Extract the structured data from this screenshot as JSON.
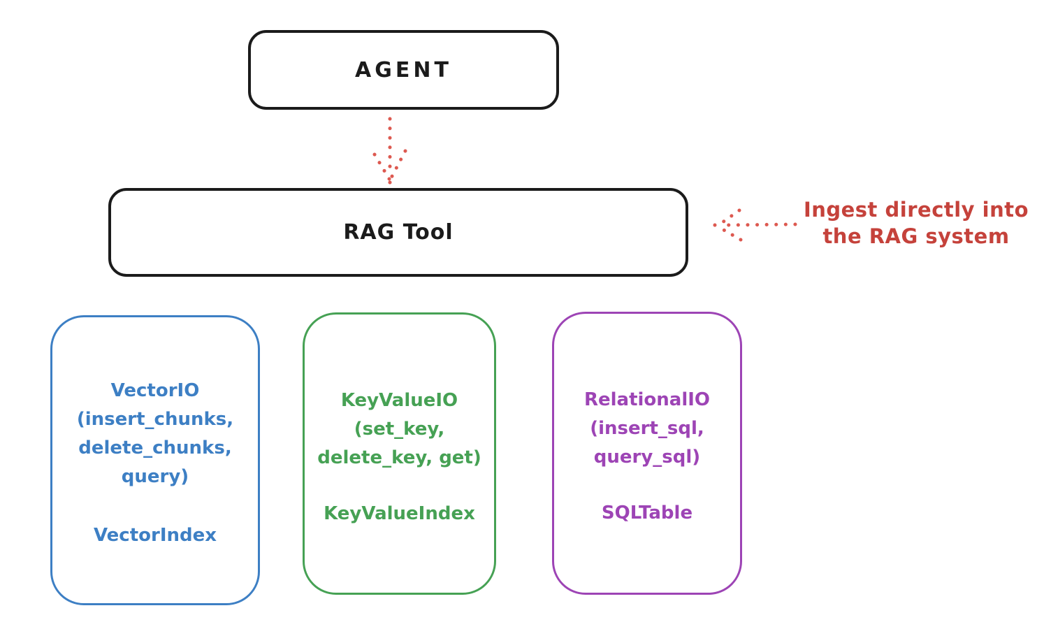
{
  "canvas": {
    "background": "#ffffff",
    "stroke_color": "#1b1b1b"
  },
  "diagram": {
    "agent": {
      "label": "AGENT"
    },
    "rag_tool": {
      "label": "RAG Tool"
    },
    "annotation": {
      "line1": "Ingest directly into",
      "line2": "the RAG system",
      "color": "#c5423b"
    },
    "arrows": {
      "agent_to_rag_tool": "dotted-down-arrow",
      "ingest_into_rag": "dotted-left-arrow",
      "color": "#dd5950"
    },
    "backends": [
      {
        "id": "vector-io",
        "color": "#3d7fc4",
        "lines": [
          "VectorIO",
          "(insert_chunks,",
          "delete_chunks,",
          "query)"
        ],
        "index_label": "VectorIndex"
      },
      {
        "id": "keyvalue-io",
        "color": "#46a154",
        "lines": [
          "KeyValueIO",
          "(set_key,",
          "delete_key, get)"
        ],
        "index_label": "KeyValueIndex"
      },
      {
        "id": "relational-io",
        "color": "#9d44b5",
        "lines": [
          "RelationalIO",
          "(insert_sql,",
          "query_sql)"
        ],
        "index_label": "SQLTable"
      }
    ]
  }
}
